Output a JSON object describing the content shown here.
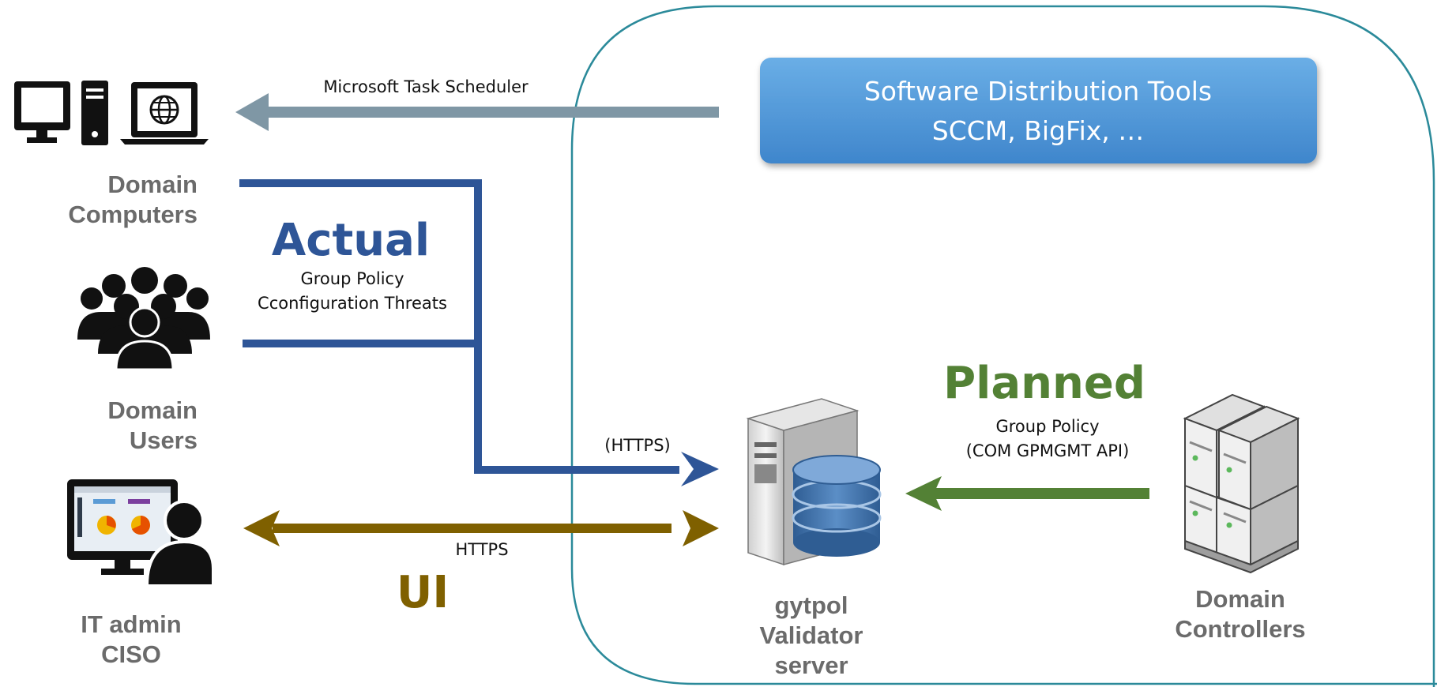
{
  "tools_box": {
    "line1": "Software Distribution Tools",
    "line2": "SCCM, BigFix, …"
  },
  "scheduler_label": "Microsoft Task Scheduler",
  "domain_computers": {
    "line1": "Domain",
    "line2": "Computers"
  },
  "domain_users": {
    "line1": "Domain",
    "line2": "Users"
  },
  "it_admin": {
    "line1": "IT admin",
    "line2": "CISO"
  },
  "actual": {
    "title": "Actual",
    "line1": "Group Policy",
    "line2": "Cconfiguration Threats",
    "protocol": "(HTTPS)"
  },
  "ui": {
    "title": "UI",
    "protocol": "HTTPS"
  },
  "planned": {
    "title": "Planned",
    "line1": "Group Policy",
    "line2": "(COM GPMGMT API)"
  },
  "validator": {
    "line1": "gytpol",
    "line2": "Validator",
    "line3": "server"
  },
  "domain_controllers": {
    "line1": "Domain",
    "line2": "Controllers"
  },
  "colors": {
    "actual": "#2e5597",
    "planned": "#538135",
    "ui": "#7f6000",
    "scheduler": "#7f97a5",
    "boundary": "#2b8a9a"
  }
}
